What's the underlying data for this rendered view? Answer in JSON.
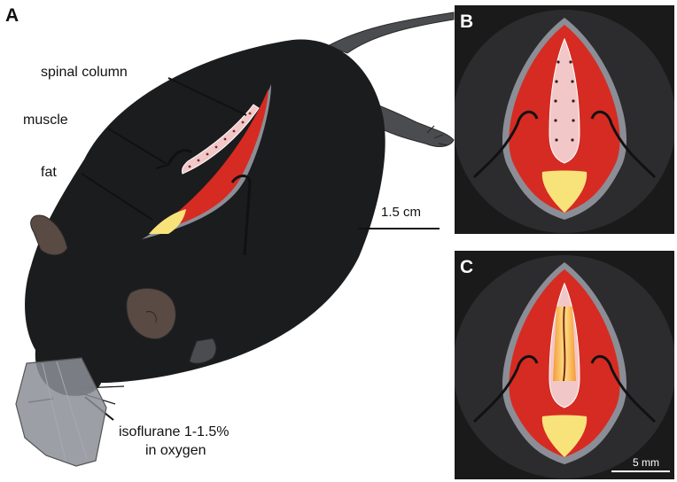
{
  "panels": {
    "a": {
      "letter": "A"
    },
    "b": {
      "letter": "B"
    },
    "c": {
      "letter": "C"
    }
  },
  "labels": {
    "spinal_column": "spinal column",
    "muscle": "muscle",
    "fat": "fat",
    "isoflurane_line1": "isoflurane 1-1.5%",
    "isoflurane_line2": "in oxygen"
  },
  "scale_bars": {
    "main": "1.5 cm",
    "inset": "5 mm"
  },
  "colors": {
    "mouse_body": "#1b1c1e",
    "muscle_red": "#d62b22",
    "fat_yellow": "#f7e37a",
    "spine_pink": "#f2c7c7",
    "mask_gray": "#8b8e96",
    "ear_brown": "#5a4a44"
  }
}
